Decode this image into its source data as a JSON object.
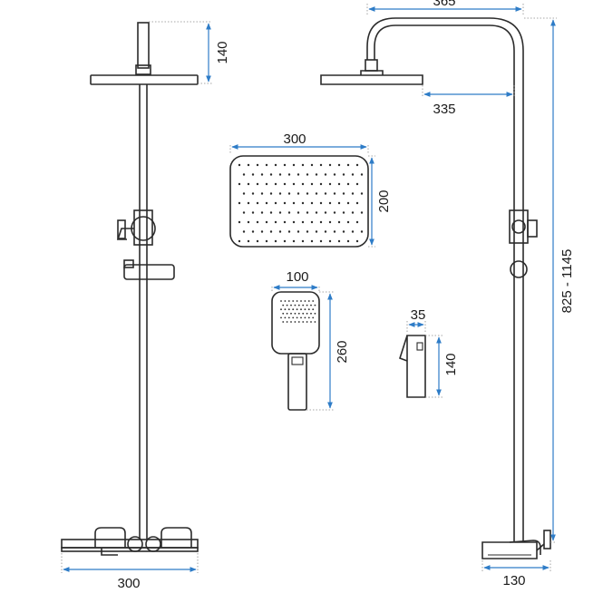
{
  "dimensions": {
    "top_width": "365",
    "head_height": "140",
    "arm_reach": "335",
    "rain_width": "300",
    "rain_depth": "200",
    "hand_width": "100",
    "hand_length": "260",
    "spout_width": "35",
    "spout_height": "140",
    "total_height": "825 - 1145",
    "base_width": "300",
    "wall_depth": "130"
  },
  "colors": {
    "outline": "#2b2b2b",
    "dimension_line": "#2e7cc7",
    "extension_line": "#8a8a8a"
  }
}
